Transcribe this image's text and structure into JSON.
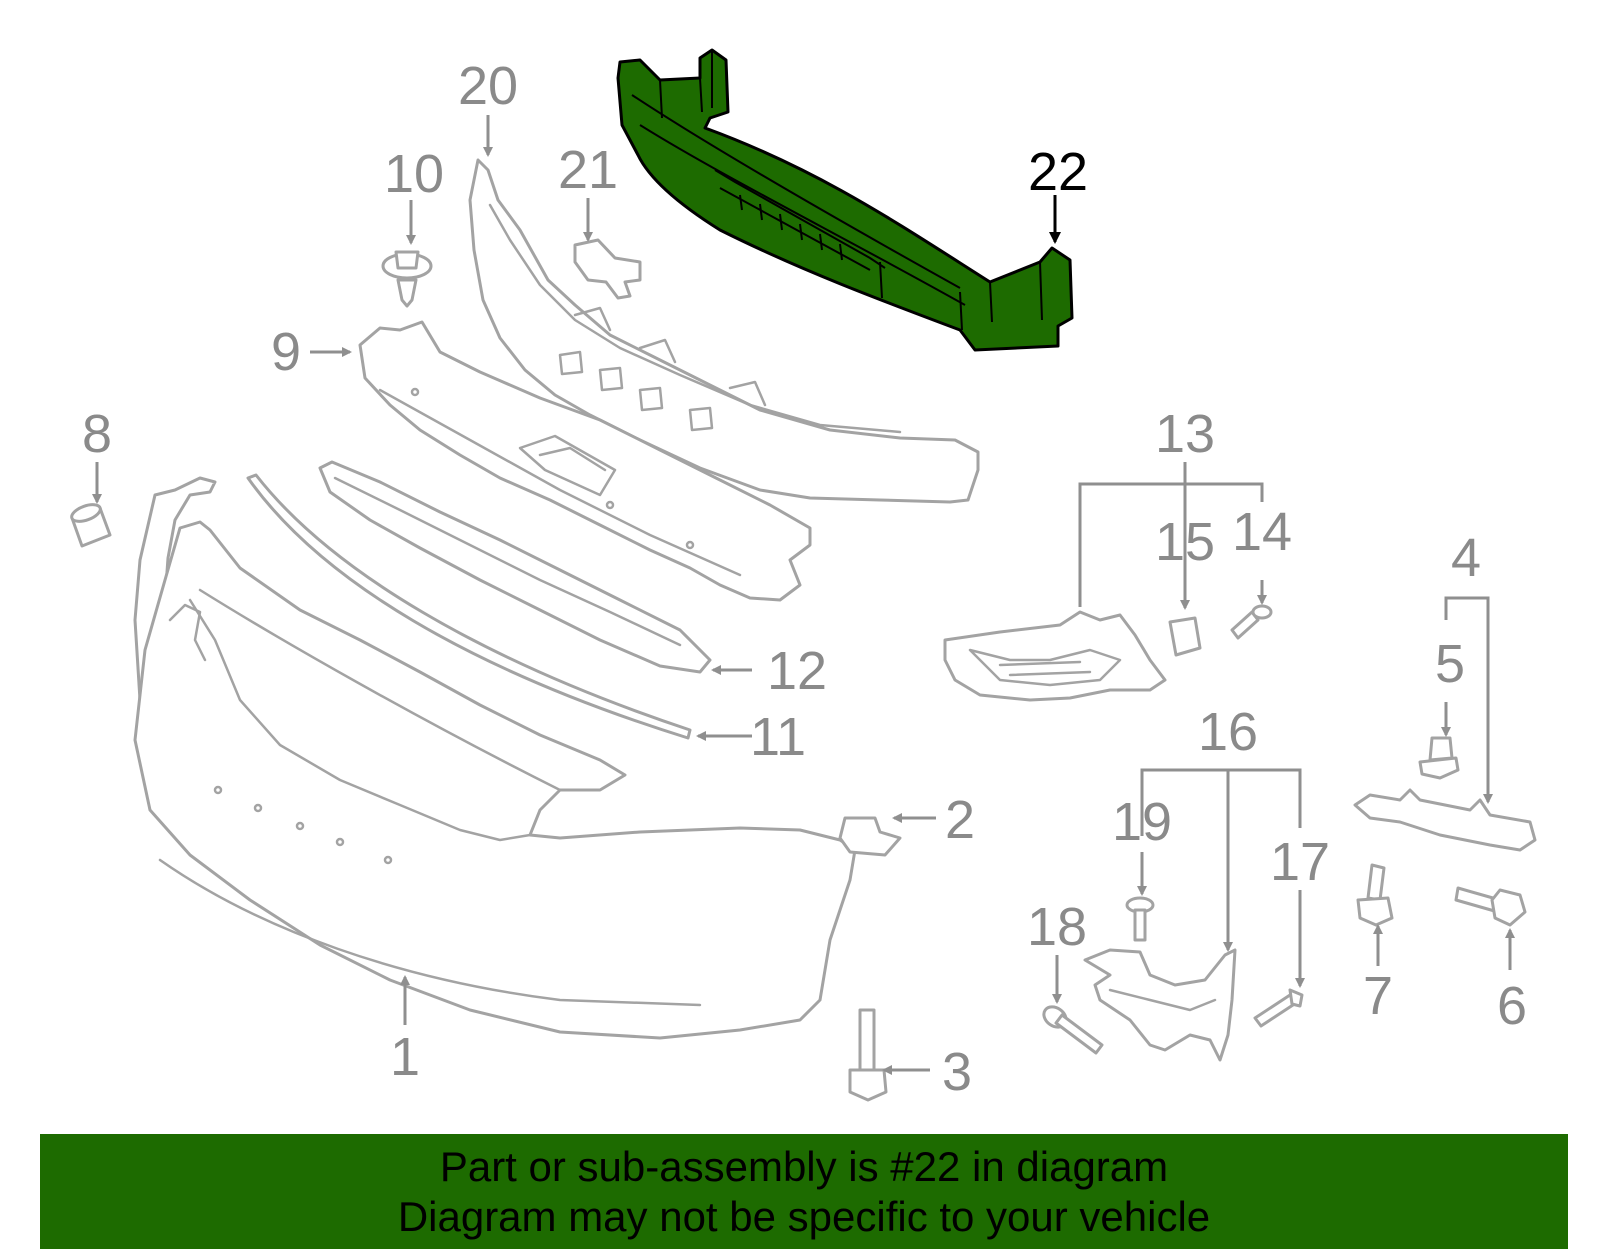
{
  "diagram": {
    "callouts": [
      "1",
      "2",
      "3",
      "4",
      "5",
      "6",
      "7",
      "8",
      "9",
      "10",
      "11",
      "12",
      "13",
      "14",
      "15",
      "16",
      "17",
      "18",
      "19",
      "20",
      "21",
      "22"
    ],
    "highlighted_part": "22",
    "colors": {
      "highlight": "#1d6b00",
      "part_outline": "#a3a3a3",
      "label_grey": "#8a8a8a",
      "banner": "#1d6b00"
    }
  },
  "banner": {
    "line1": "Part or sub-assembly is #22 in diagram",
    "line2": "Diagram may not be specific to your vehicle"
  }
}
